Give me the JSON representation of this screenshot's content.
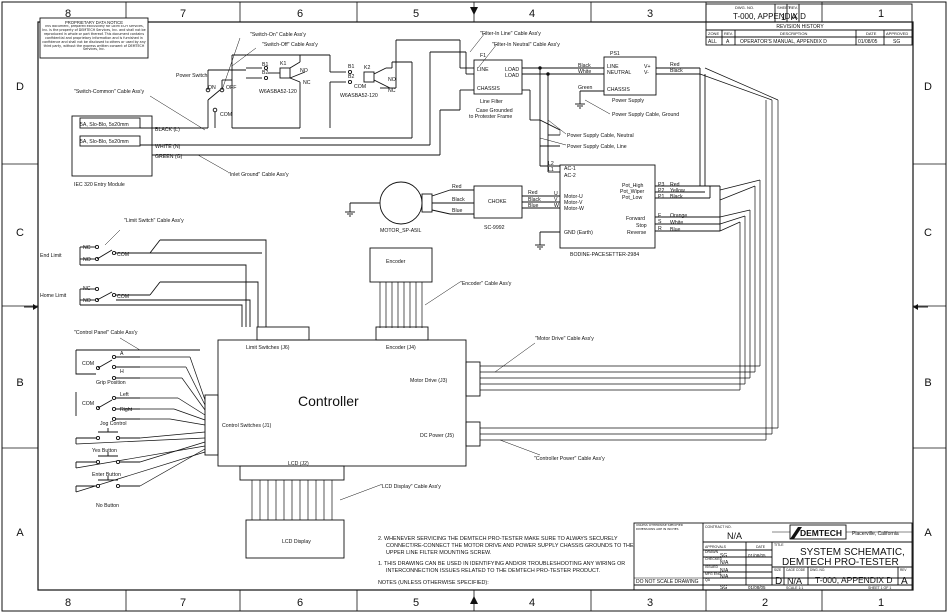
{
  "zones": {
    "top": [
      "8",
      "7",
      "6",
      "5",
      "4",
      "3",
      "2",
      "1"
    ],
    "side": [
      "D",
      "C",
      "B",
      "A"
    ]
  },
  "revision": {
    "dwg_no_label": "DWG. NO.",
    "dwg_no": "T-000, APPENDIX D",
    "sheet_label": "SHEET",
    "sheet": "1",
    "rev_label": "REV.",
    "rev": "A",
    "header": "REVISION HISTORY",
    "cols": [
      "ZONE",
      "REV.",
      "DESCRIPTION",
      "DATE",
      "APPROVED"
    ],
    "row": [
      "ALL",
      "A",
      "OPERATOR'S MANUAL, APPENDIX D",
      "01/08/05",
      "SG"
    ]
  },
  "proprietary": {
    "title": "PROPRIETARY DATA NOTICE",
    "body": "This document, prepared exclusively for DEMTECH Services, Inc. is the property of DEMTECH Services, Inc. and shall not be reproduced in whole or part thereof. This document contains confidential and proprietary information and is furnished in confidence and shall not be disclosed to others or used by any third party, without the express written consent of DEMTECH Services, Inc."
  },
  "labels": {
    "switch_on": "\"Switch-On\" Cable Ass'y",
    "switch_off": "\"Switch-Off\" Cable Ass'y",
    "power_switch": "Power Switch",
    "on": "ON",
    "off": "OFF",
    "com": "COM",
    "switch_common": "\"Switch-Common\" Cable Ass'y",
    "b1": "B1",
    "b2": "B2",
    "k1": "K1",
    "k2": "K2",
    "no": "NO",
    "nc": "NC",
    "relay1": "W6ASBA52-120",
    "relay2": "W6ASBA52-120",
    "fuse1": "5A, Slo-Blo, 5x20mm",
    "fuse2": "5A, Slo-Blo, 5x20mm",
    "black_l": "BLACK (L)",
    "white_n": "WHITE (N)",
    "green_g": "GREEN (G)",
    "iec": "IEC 320 Entry Module",
    "inlet_ground": "\"Inlet Ground\" Cable Ass'y",
    "filter_in_line": "\"Filter-In Line\" Cable Ass'y",
    "filter_in_neutral": "\"Filter-In Neutral\" Cable Ass'y",
    "f1": "F1",
    "line": "LINE",
    "load": "LOAD",
    "chassis": "CHASSIS",
    "line_filter": "Line Filter",
    "case_grounded": "Case Grounded",
    "to_frame": "to Protester Frame",
    "ps1": "PS1",
    "ps_line": "LINE",
    "ps_neutral": "NEUTRAL",
    "v_plus": "V+",
    "v_minus": "V-",
    "ps_chassis": "CHASSIS",
    "power_supply": "Power Supply",
    "black": "Black",
    "white": "White",
    "green": "Green",
    "red": "Red",
    "black2": "Black",
    "ps_cable_ground": "Power Supply Cable, Ground",
    "ps_cable_neutral": "Power Supply Cable, Neutral",
    "ps_cable_line": "Power Supply Cable, Line",
    "l2": "L2",
    "l1": "L1",
    "ac1": "AC-1",
    "ac2": "AC-2",
    "motor": "MOTOR_SP-A5IL",
    "m_red": "Red",
    "m_black": "Black",
    "m_blue": "Blue",
    "choke": "CHOKE",
    "choke_model": "SC-9992",
    "u": "U",
    "v": "V",
    "w": "W",
    "c_red": "Red",
    "c_black": "Black",
    "c_blue": "Blue",
    "motor_u": "Motor-U",
    "motor_v": "Motor-V",
    "motor_w": "Motor-W",
    "gnd": "GND (Earth)",
    "pot_high": "Pot_High",
    "pot_wiper": "Pot_Wiper",
    "pot_low": "Pot_Low",
    "p3": "P3",
    "p2": "P2",
    "p1": "P1",
    "p_red": "Red",
    "p_yellow": "Yellow",
    "p_black": "Black",
    "forward": "Forward",
    "stop": "Stop",
    "reverse": "Reverse",
    "f": "F",
    "s": "S",
    "r": "R",
    "d_orange": "Orange",
    "d_white": "White",
    "d_blue": "Blue",
    "drive": "BODINE-PACESETTER-2984",
    "limit_switch": "\"Limit Switch\" Cable Ass'y",
    "end_limit": "End Limit",
    "home_limit": "Home Limit",
    "encoder": "Encoder",
    "encoder_cable": "\"Encoder\" Cable Ass'y",
    "motor_drive_cable": "\"Motor Drive\" Cable Ass'y",
    "control_panel": "\"Control Panel\" Cable Ass'y",
    "a": "A",
    "h": "H",
    "grip": "Grip Position",
    "left": "Left",
    "right": "Right",
    "jog": "Jog Control",
    "yes": "Yes Button",
    "enter": "Enter Button",
    "no_btn": "No Button",
    "controller": "Controller",
    "limit_j6": "Limit Switches (J6)",
    "encoder_j4": "Encoder (J4)",
    "motor_j3": "Motor Drive (J3)",
    "control_j1": "Control Switches (J1)",
    "dc_j5": "DC Power (J5)",
    "lcd_j2": "LCD (J2)",
    "controller_power": "\"Controller Power\" Cable Ass'y",
    "lcd_cable": "\"LCD Display\" Cable Ass'y",
    "lcd": "LCD Display"
  },
  "notes": {
    "n2a": "2. WHENEVER SERVICING THE DEMTECH PRO-TESTER MAKE SURE TO ALWAYS SECURELY",
    "n2b": "CONNECT/RE-CONNECT THE MOTOR DRIVE AND POWER SUPPLY CHASSIS GROUNDS TO THE",
    "n2c": "UPPER LINE FILTER MOUNTING SCREW.",
    "n1a": "1. THIS DRAWING CAN BE USED IN IDENTIFYING AND/OR TROUBLESHOOTING ANY WIRING OR",
    "n1b": "INTERCONNECTION ISSUES RELATED TO THE DEMTECH PRO-TESTER PRODUCT.",
    "n0": "NOTES (UNLESS OTHERWISE SPECIFIED):"
  },
  "title_block": {
    "contract_label": "CONTRACT NO.",
    "contract": "N/A",
    "approvals": "APPROVALS",
    "date": "DATE",
    "drawn_label": "DRAWN",
    "drawn": "SG",
    "drawn_date": "01/08/05",
    "checked_label": "CHECKED",
    "checked": "N/A",
    "issued_label": "ISSUED",
    "issued": "N/A",
    "mfg_label": "MFG ENG",
    "mfg": "N/A",
    "qa_label": "QA",
    "qa": "SG",
    "qa_date": "01/08/05",
    "logo": "DEMTECH",
    "location": "Placerville, California",
    "title_label": "TITLE",
    "title1": "SYSTEM SCHEMATIC,",
    "title2": "DEMTECH PRO-TESTER",
    "size_label": "SIZE",
    "size": "D",
    "cage_label": "CAGE CODE",
    "cage": "N/A",
    "dwgno_label": "DWG. NO.",
    "dwgno": "T-000, APPENDIX D",
    "rev_label": "REV",
    "rev": "A",
    "scale": "SCALE  1:1",
    "sheet": "SHEET 1 OF 1",
    "dont_scale": "DO NOT SCALE DRAWING",
    "tol": "UNLESS OTHERWISE SPECIFIED DIMENSIONS ARE IN INCHES"
  }
}
